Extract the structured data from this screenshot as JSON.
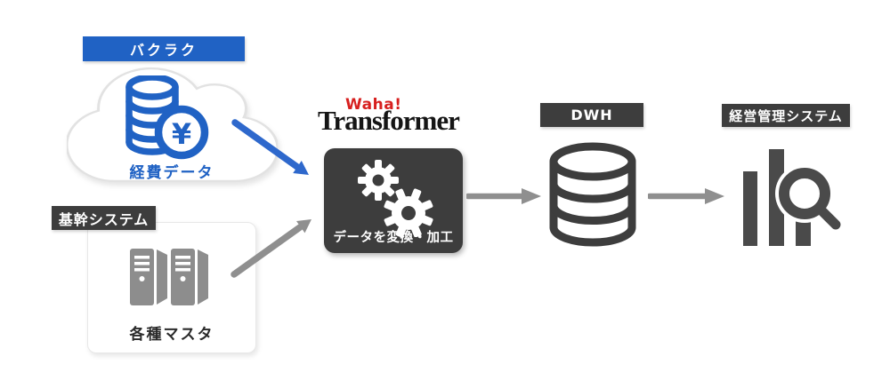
{
  "colors": {
    "brand_blue": "#2062c4",
    "arrow_blue": "#2e68cc",
    "dark_panel": "#3d3d3d",
    "icon_dark_gray": "#4a4a4a",
    "server_gray": "#8d8d8d",
    "arrow_gray": "#8f8f8f",
    "waha_red": "#d7201f",
    "logo_black": "#151515",
    "background": "#ffffff"
  },
  "bakuraku": {
    "badge": "バクラク",
    "caption": "経費データ",
    "icon": "yen-coin-stack-in-cloud-icon"
  },
  "yen_symbol": "¥",
  "core_system": {
    "badge": "基幹システム",
    "caption": "各種マスタ",
    "icon": "server-towers-icon"
  },
  "transformer": {
    "brand_top": "Waha!",
    "brand_main": "Transformer",
    "caption": "データを変換・加工",
    "icon": "gears-icon"
  },
  "dwh": {
    "badge": "DWH",
    "icon": "database-cylinder-icon"
  },
  "management": {
    "badge": "経営管理システム",
    "icon": "bar-chart-magnifier-icon"
  },
  "edges": [
    {
      "from": "bakuraku",
      "to": "transformer",
      "style": "blue-diagonal-arrow"
    },
    {
      "from": "core_system",
      "to": "transformer",
      "style": "gray-diagonal-arrow"
    },
    {
      "from": "transformer",
      "to": "dwh",
      "style": "gray-horizontal-arrow"
    },
    {
      "from": "dwh",
      "to": "management",
      "style": "gray-horizontal-arrow"
    }
  ]
}
